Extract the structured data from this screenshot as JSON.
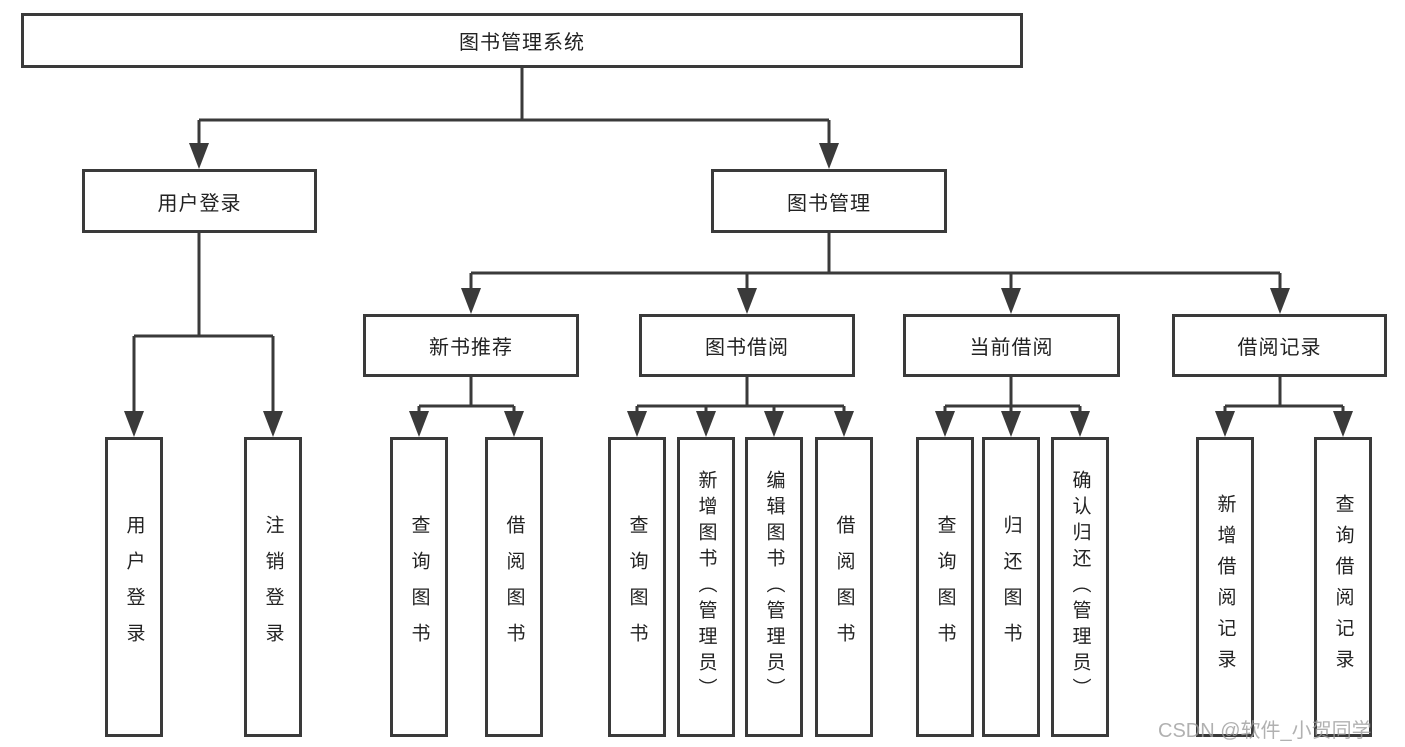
{
  "diagram": {
    "title": "图书管理系统",
    "branches": [
      {
        "label": "用户登录",
        "children": [
          {
            "label": "用户登录"
          },
          {
            "label": "注销登录"
          }
        ]
      },
      {
        "label": "图书管理",
        "children": [
          {
            "label": "新书推荐",
            "children": [
              {
                "label": "查询图书"
              },
              {
                "label": "借阅图书"
              }
            ]
          },
          {
            "label": "图书借阅",
            "children": [
              {
                "label": "查询图书"
              },
              {
                "label": "新增图书（管理员）"
              },
              {
                "label": "编辑图书（管理员）"
              },
              {
                "label": "借阅图书"
              }
            ]
          },
          {
            "label": "当前借阅",
            "children": [
              {
                "label": "查询图书"
              },
              {
                "label": "归还图书"
              },
              {
                "label": "确认归还（管理员）"
              }
            ]
          },
          {
            "label": "借阅记录",
            "children": [
              {
                "label": "新增借阅记录"
              },
              {
                "label": "查询借阅记录"
              }
            ]
          }
        ]
      }
    ]
  },
  "watermark": {
    "text": "CSDN @软件_小贺同学"
  },
  "colors": {
    "line": "#3a3a3a",
    "text": "#222222",
    "background": "#ffffff",
    "watermark_gray": "#9e9e9e"
  }
}
